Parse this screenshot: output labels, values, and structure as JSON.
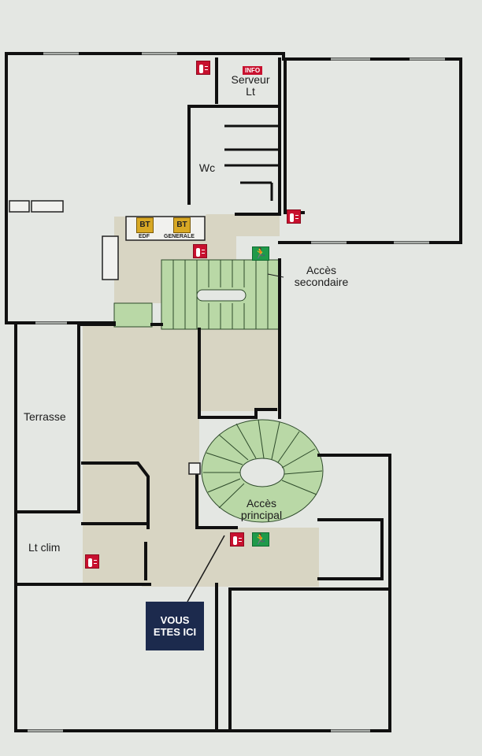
{
  "rooms": {
    "serveur": "Serveur\nLt",
    "wc": "Wc",
    "terrasse": "Terrasse",
    "lt_clim": "Lt clim",
    "acces_secondaire": "Accès\nsecondaire",
    "acces_principal": "Accès\nprincipal"
  },
  "markers": {
    "info": "INFO",
    "you_are_here": "VOUS\nETES ICI",
    "bt_edf": "BT",
    "bt_edf_caption": "EDF",
    "bt_generale": "BT",
    "bt_generale_caption": "GENERALE"
  },
  "icons": {
    "extinguisher": "fire-extinguisher-icon",
    "exit": "emergency-exit-icon",
    "electrical": "electrical-panel-icon"
  },
  "colors": {
    "walls": "#101010",
    "corridor": "#d8d5c3",
    "stairs": "#b9d8a6",
    "you_are_here": "#1c2a4d",
    "extinguisher": "#c8102e",
    "exit": "#1f9a4a",
    "electrical": "#d8a824"
  }
}
